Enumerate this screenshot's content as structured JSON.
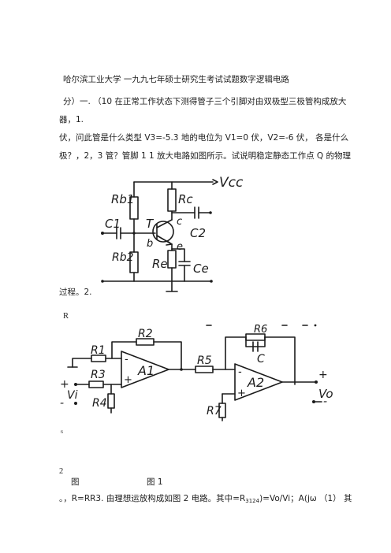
{
  "lines": {
    "title": "哈尔滨工业大学 一九九七年硕士研究生考试试题数字逻辑电路",
    "l2": "分）一. （10 在正常工作状态下测得管子三个引脚对由双极型三极管构成放大",
    "l3": "器，1.",
    "l4": "伏，问此管是什么类型 V3=-5.3 地的电位为 V1=0 伏，V2=-6 伏， 各是什么",
    "l5": "极？，2，3 管？管脚 1 1 放大电路如图所示。试说明稳定静态工作点 Q 的物理",
    "l6": "过程。2.",
    "r_mark": "R",
    "six_mark": "6",
    "two_mark": "2",
    "fig_label_a": "图",
    "fig_label_b": "图 1",
    "last_a": "。，R=RR3. 由理想运放构成如图 2 电路。其中=R",
    "last_sub": "3124",
    "last_b": ")=Vo/Vi；A(jω （1） 其"
  },
  "circuit1": {
    "rb1": "Rb1",
    "rc": "Rc",
    "vcc": "Vcc",
    "c1": "C1",
    "c2": "C2",
    "t": "T",
    "c": "c",
    "b": "b",
    "e": "e",
    "rb2": "Rb2",
    "re": "Re",
    "ce": "Ce"
  },
  "circuit2": {
    "r2": "R2",
    "r1": "R1",
    "r3": "R3",
    "a1": "A1",
    "r4": "R4",
    "r5": "R5",
    "r6": "R6",
    "c": "C",
    "a2": "A2",
    "r7": "R7",
    "vi": "Vi",
    "vo": "Vo",
    "minus": "-",
    "plus": "+",
    "plus2": "+",
    "minus2": "-",
    "op_minus1": "-",
    "op_plus1": "+",
    "op_minus2": "-",
    "op_plus2": "+"
  }
}
